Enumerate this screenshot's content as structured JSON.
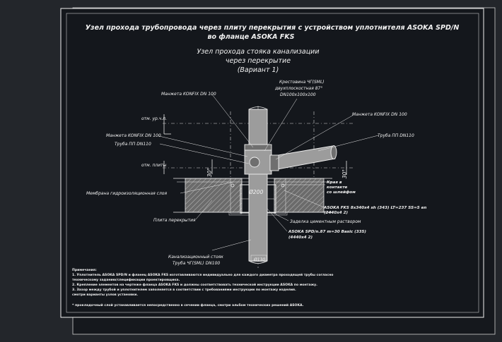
{
  "drawing": {
    "title_line1": "Узел прохода трубопровода через плиту перекрытия с устройством уплотнителя ASOKA SPD/N",
    "title_line2": "во фланце ASOKA FKS",
    "subtitle_line1": "Узел прохода стояка канализации",
    "subtitle_line2": "через перекрытие",
    "subtitle_line3": "(Вариант 1)"
  },
  "labels": {
    "krestovina_1": "Крестовина ЧГ(SML)",
    "krestovina_2": "двухплоскостная 87°",
    "krestovina_3": "DN100х100х100",
    "manzheta_konfix_top": "Манжета KONFIX DN 100",
    "manzheta_konfix_right": "Манжета KONFIX DN 100",
    "otm_ur_ch_p": "отм. ур.ч.п.",
    "manzheta_konfix_left": "Манжета KONFIX DN 100",
    "truba_pp_left": "Труба ПП DN110",
    "truba_pp_right": "Труба ПП DN110",
    "otm_plity": "отм. плиты",
    "membrana": "Мембрана гидроизоляционная слоя",
    "plita": "Плита перекрытия",
    "stoyak_1": "Канализационный стояк",
    "stoyak_2": "Труба ЧГ(SML) DN100",
    "kraya_1": "Края в",
    "kraya_2": "контакте",
    "kraya_3": "со шлейфом",
    "asoka_fks": "ASOKA FKS 8x340x4 sh (343) LT=237 SS=5 en",
    "asoka_fks_code": "(2440x4 2)",
    "zadelka": "Заделка цементным раствором",
    "asoka_spd": "ASOKA SPD/n.87 m=30 Basic (335)",
    "asoka_spd_code": "(4440x4 2)"
  },
  "dims": {
    "angle_left": "30°",
    "angle_right": "30°",
    "diameter": "Ø200",
    "bottom": "Ø130"
  },
  "notes": {
    "heading": "Примечания:",
    "n1": "1. Уплотнитель ASOKA SPD/N и фланец ASOKA FKS изготавливаются индивидуально для каждого диаметра проходящей трубы согласно",
    "n1b": "техническому заданию/спецификации проектировщика.",
    "n2": "2. Крепление элементов на чертеже фланца ASOKA FKS и должны соответствовать технической инструкции ASOKA по монтажу.",
    "n3": "3. Зазор между трубой и уплотнителем заполняется в соответствии с требованиями инструкции по монтажу изделия.",
    "n3b": "смотри варианты узлов установки.",
    "n4": "* прокладочный слой устанавливается непосредственно в сечении фланца, смотри альбом технических решений ASOKA."
  }
}
